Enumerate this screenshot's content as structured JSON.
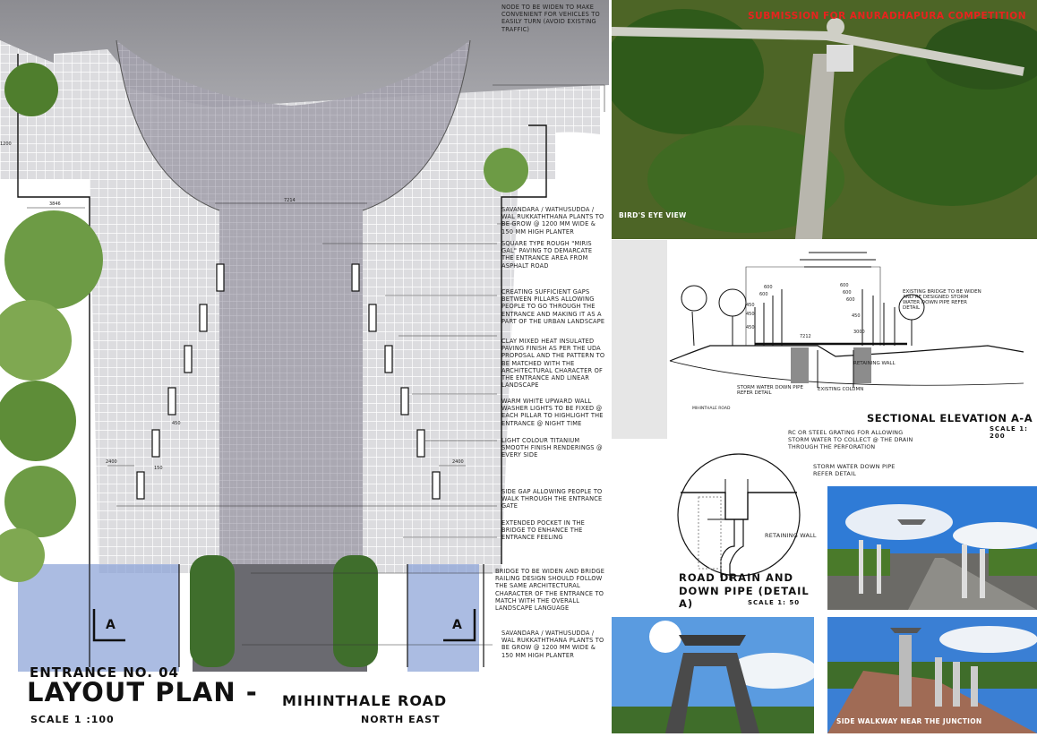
{
  "header": {
    "competition": "SUBMISSION FOR ANURADHAPURA COMPETITION"
  },
  "plan": {
    "entrance": "ENTRANCE NO. 04",
    "title": "LAYOUT PLAN -",
    "road": "MIHINTHALE ROAD",
    "direction": "NORTH EAST",
    "scale": "SCALE 1 :100",
    "section_marker": "A",
    "top_note": "NODE TO BE WIDEN TO MAKE CONVENIENT FOR VEHICLES TO EASILY TURN (AVOID EXISTING TRAFFIC)",
    "dims": {
      "left_width": "3846",
      "center": "7214",
      "left_gap": "2400",
      "right_gap": "2400",
      "pillar_gap": "450",
      "pillar_h": "150",
      "left_vert": "1200"
    }
  },
  "notes": [
    "SAVANDARA / WATHUSUDDA / WAL RUKKATHTHANA PLANTS TO BE GROW @ 1200 MM WIDE & 150 MM HIGH PLANTER",
    "SQUARE TYPE ROUGH \"MIRIS GAL\" PAVING TO DEMARCATE THE ENTRANCE AREA FROM ASPHALT ROAD",
    "CREATING SUFFICIENT GAPS BETWEEN PILLARS ALLOWING PEOPLE TO GO THROUGH THE ENTRANCE AND MAKING IT AS A PART OF THE URBAN LANDSCAPE",
    "CLAY MIXED HEAT INSULATED PAVING FINISH AS PER THE UDA PROPOSAL AND THE PATTERN TO BE MATCHED WITH THE ARCHITECTURAL CHARACTER OF THE ENTRANCE AND LINEAR LANDSCAPE",
    "WARM WHITE UPWARD WALL WASHER LIGHTS TO BE FIXED @ EACH PILLAR TO HIGHLIGHT THE ENTRANCE @ NIGHT TIME",
    "LIGHT COLOUR TITANIUM SMOOTH FINISH RENDERINGS @ EVERY SIDE",
    "SIDE GAP ALLOWING PEOPLE TO WALK THROUGH THE ENTRANCE GATE",
    "EXTENDED POCKET IN THE BRIDGE TO ENHANCE THE ENTRANCE FEELING",
    "BRIDGE TO BE WIDEN AND BRIDGE RAILING DESIGN SHOULD FOLLOW THE SAME ARCHITECTURAL CHARACTER OF THE ENTRANCE TO MATCH WITH THE OVERALL LANDSCAPE LANGUAGE",
    "SAVANDARA / WATHUSUDDA / WAL RUKKATHTHANA PLANTS TO BE GROW @ 1200 MM WIDE & 150 MM HIGH PLANTER"
  ],
  "birdseye": {
    "caption": "BIRD'S EYE VIEW"
  },
  "section": {
    "title": "SECTIONAL ELEVATION A-A",
    "scale": "SCALE 1: 200",
    "ann_bridge": "EXISTING BRIDGE TO BE WIDEN AND RE DESIGNED STORM WATER DOWN PIPE REFER DETAIL",
    "ann_wall": "RETAINING WALL",
    "ann_pipe": "STORM WATER DOWN PIPE REFER DETAIL",
    "ann_column": "EXISTING COLUMN",
    "ann_road": "MIHINTHALE ROAD",
    "dims": [
      "600",
      "600",
      "450",
      "450",
      "450",
      "600",
      "600",
      "600",
      "450",
      "7212",
      "3000"
    ]
  },
  "detail": {
    "title1": "ROAD DRAIN AND",
    "title2": "DOWN PIPE (DETAIL A)",
    "scale": "SCALE 1: 50",
    "note_grating": "RC OR STEEL GRATING FOR ALLOWING STORM WATER TO COLLECT @ THE DRAIN THROUGH THE PERFORATION",
    "note_pipe": "STORM WATER DOWN PIPE REFER DETAIL",
    "note_wall": "RETAINING WALL"
  },
  "photo_side": {
    "caption": "SIDE WALKWAY NEAR THE JUNCTION"
  },
  "colors": {
    "competition": "#e8231e",
    "paving": "#c8c8cc",
    "center": "#9d9ba6",
    "tree": "#5f8d3a",
    "water": "#8fa5d8"
  }
}
